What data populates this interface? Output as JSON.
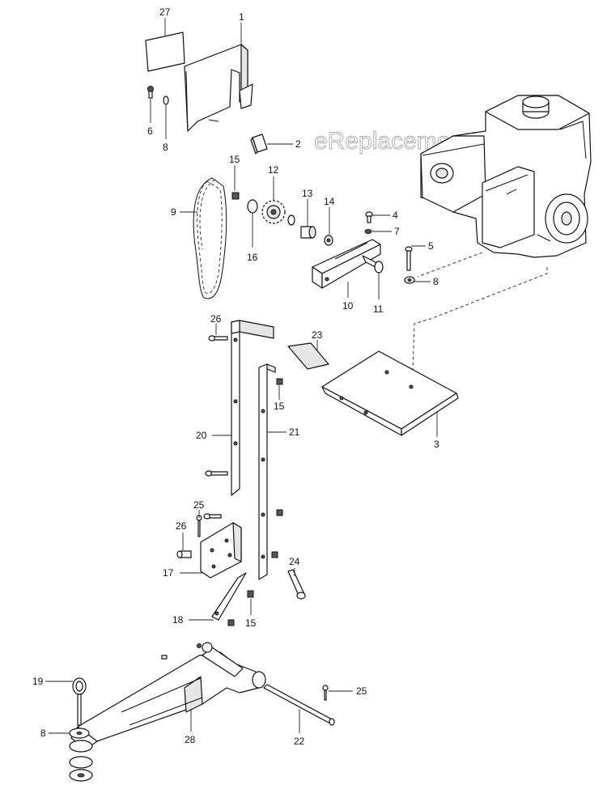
{
  "watermark": "eReplacementParts.com",
  "callouts": {
    "c27": "27",
    "c1": "1",
    "c6": "6",
    "c8a": "8",
    "c2": "2",
    "c15a": "15",
    "c12": "12",
    "c9": "9",
    "c16": "16",
    "c13": "13",
    "c14": "14",
    "c4": "4",
    "c7": "7",
    "c5": "5",
    "c8b": "8",
    "c10": "10",
    "c11": "11",
    "c26a": "26",
    "c23": "23",
    "c15b": "15",
    "c20": "20",
    "c21": "21",
    "c3": "3",
    "c25a": "25",
    "c26b": "26",
    "c17": "17",
    "c24": "24",
    "c18": "18",
    "c15c": "15",
    "c19": "19",
    "c8c": "8",
    "c28": "28",
    "c22": "22",
    "c25b": "25"
  }
}
